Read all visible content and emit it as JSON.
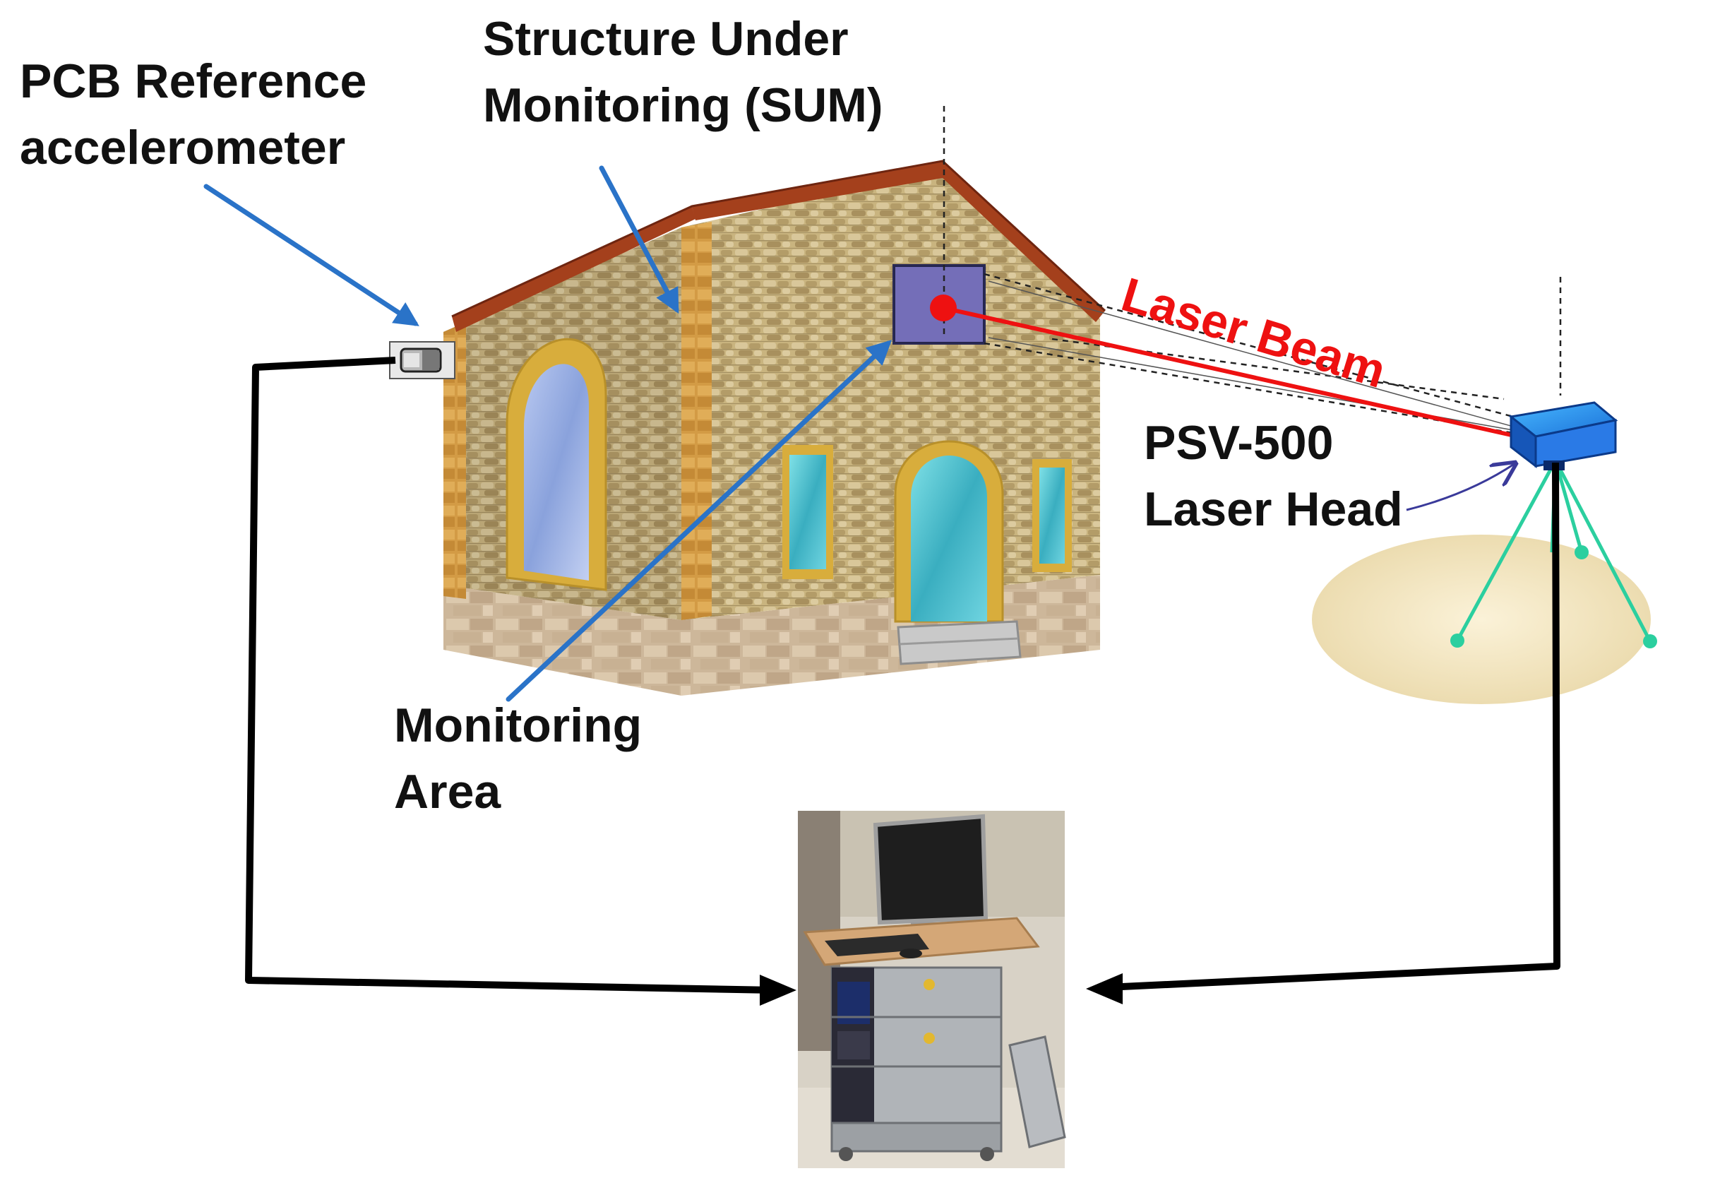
{
  "labels": {
    "pcb": [
      "PCB Reference",
      "accelerometer"
    ],
    "sum": [
      "Structure Under",
      "Monitoring (SUM)"
    ],
    "monitoring_area": [
      "Monitoring",
      "Area"
    ],
    "laser_beam": "Laser Beam",
    "psv": [
      "PSV-500",
      "Laser Head"
    ]
  },
  "colors": {
    "pointer_arrow": "#2a73c8",
    "laser": "#ee1111",
    "wire": "#000000",
    "roof": "#a4401c",
    "stone_wall": "#c8b27e",
    "window_frame": "#d8ad3c",
    "window_glass": "#4ec0d0",
    "arch_glass": "#90a8dc",
    "monitoring_patch": "#7e78c8",
    "laser_head": "#1f6fe0",
    "tripod": "#2bcf9f",
    "ground_ellipse": "#f3e6c4"
  },
  "icons": [
    "stone-house",
    "accelerometer-sensor",
    "laser-head-unit",
    "tripod",
    "acquisition-rack"
  ]
}
